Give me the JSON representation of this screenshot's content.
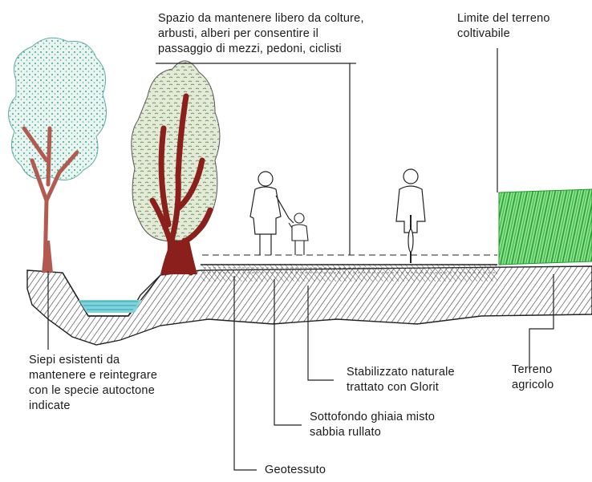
{
  "labels": {
    "top_space": [
      "Spazio da mantenere libero da colture,",
      "arbusti, alberi per consentire il",
      "passaggio di mezzi, pedoni, ciclisti"
    ],
    "top_limit": [
      "Limite del terreno",
      "coltivabile"
    ],
    "hedges": [
      "Siepi esistenti da",
      "mantenere e reintegrare",
      "con le specie autoctone",
      "indicate"
    ],
    "stabilized": [
      "Stabilizzato naturale",
      "trattato con Glorit"
    ],
    "subgrade": [
      "Sottofondo ghiaia misto",
      "sabbia rullato"
    ],
    "geotextile": "Geotessuto",
    "farmland": [
      "Terreno",
      "agricolo"
    ]
  },
  "colors": {
    "foliage_fill": "#e9f3e9",
    "foliage_dots": "#3aa6a0",
    "trunk": "#8a2a22",
    "hedge_trunk": "#8a1f1c",
    "hedge_foliage": "#dfe7d4",
    "water": "#7fd3dc",
    "crop": "#3dbb4a",
    "ground_hatch": "#333333"
  }
}
